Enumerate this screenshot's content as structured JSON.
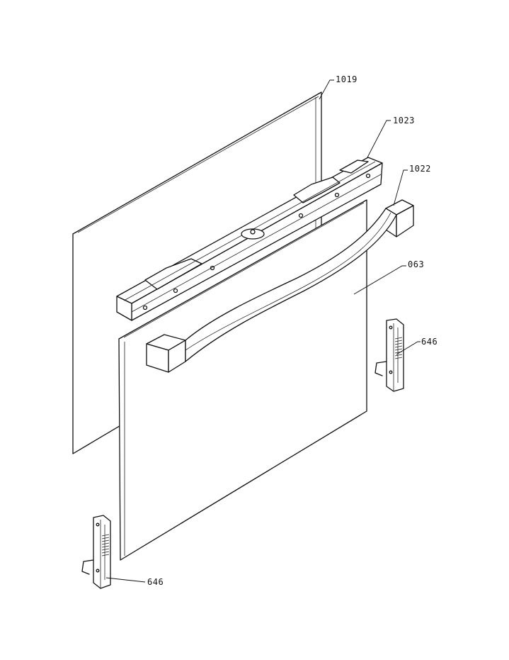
{
  "callouts": {
    "back_glass": "1019",
    "top_profile": "1023",
    "handle": "1022",
    "front_glass": "063",
    "hinge_right": "646",
    "hinge_left": "646"
  }
}
